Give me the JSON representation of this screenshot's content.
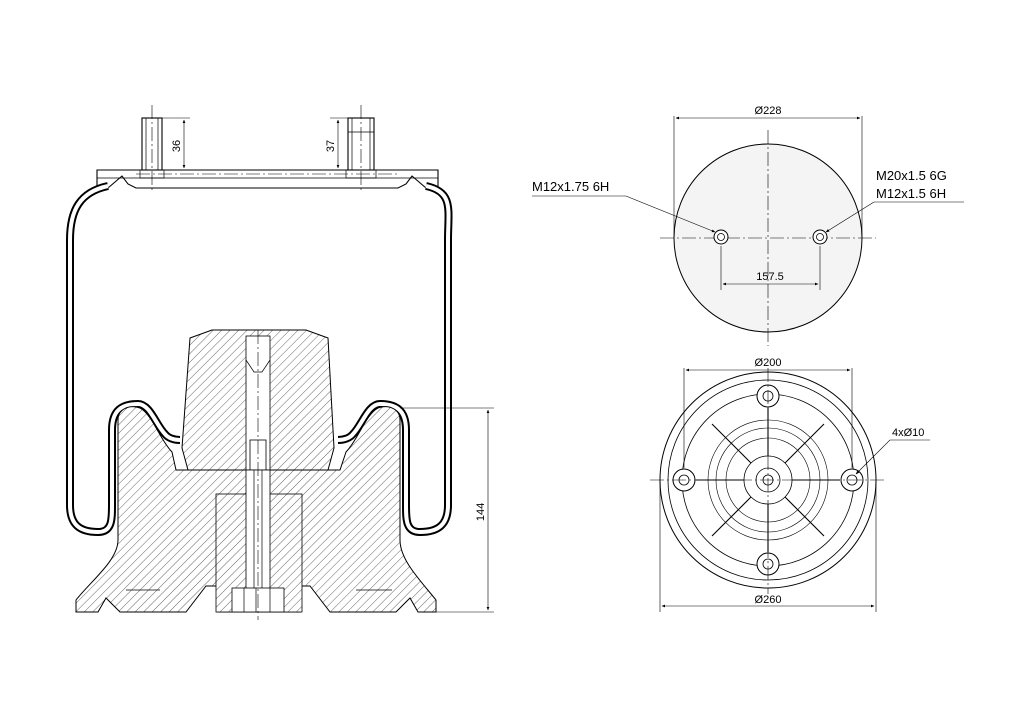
{
  "side_view": {
    "stud_left_dim": "36",
    "stud_right_dim": "37",
    "height_dim": "144"
  },
  "top_view": {
    "diameter_label": "Ø228",
    "left_thread": "M12x1.75 6H",
    "right_thread_1": "M20x1.5 6G",
    "right_thread_2": "M12x1.5 6H",
    "spacing_label": "157.5"
  },
  "bottom_view": {
    "inner_diameter_label": "Ø200",
    "outer_diameter_label": "Ø260",
    "holes_label": "4xØ10"
  }
}
